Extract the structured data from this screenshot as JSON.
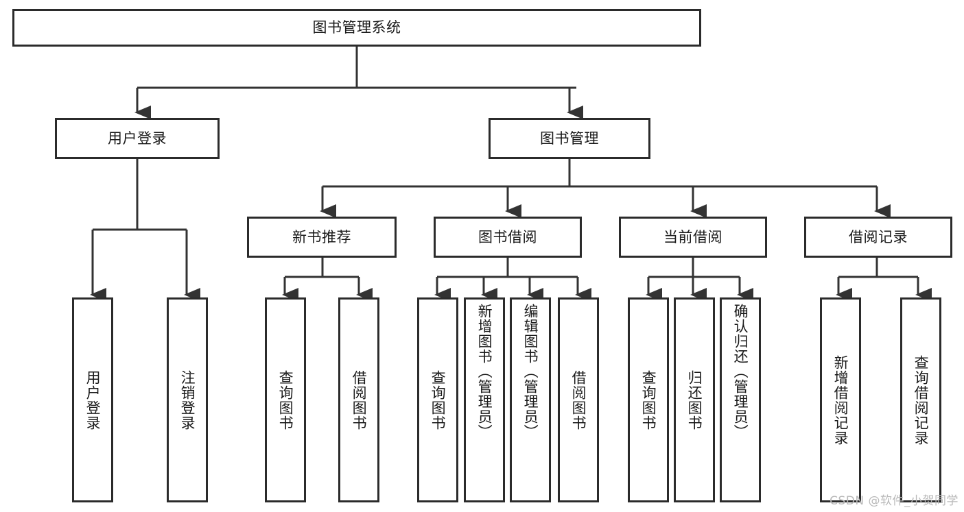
{
  "diagram": {
    "type": "tree",
    "title": "图书管理系统",
    "watermark": "CSDN @软件_小贺同学",
    "colors": {
      "background": "#ffffff",
      "border": "#2b2b2b",
      "line": "#333333",
      "text": "#1a1a1a",
      "watermark": "#b9b9b9"
    },
    "root": {
      "label": "图书管理系统"
    },
    "level2": [
      {
        "label": "用户登录"
      },
      {
        "label": "图书管理"
      }
    ],
    "level3": [
      {
        "label": "新书推荐"
      },
      {
        "label": "图书借阅"
      },
      {
        "label": "当前借阅"
      },
      {
        "label": "借阅记录"
      }
    ],
    "leaves": {
      "user_login": [
        {
          "label": "用户登录"
        },
        {
          "label": "注销登录"
        }
      ],
      "new_book": [
        {
          "label": "查询图书"
        },
        {
          "label": "借阅图书"
        }
      ],
      "book_borrow": [
        {
          "label": "查询图书"
        },
        {
          "label": "新增图书（管理员）"
        },
        {
          "label": "编辑图书（管理员）"
        },
        {
          "label": "借阅图书"
        }
      ],
      "current_borrow": [
        {
          "label": "查询图书"
        },
        {
          "label": "归还图书"
        },
        {
          "label": "确认归还（管理员）"
        }
      ],
      "borrow_record": [
        {
          "label": "新增借阅记录"
        },
        {
          "label": "查询借阅记录"
        }
      ]
    }
  }
}
